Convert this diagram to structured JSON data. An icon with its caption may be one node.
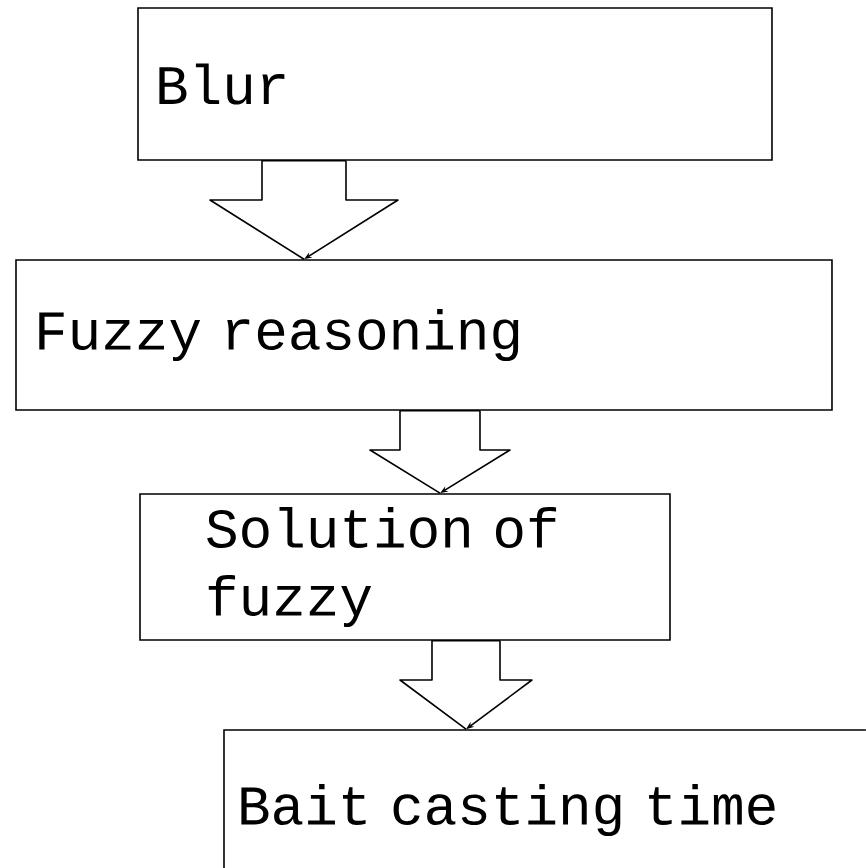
{
  "diagram": {
    "nodes": [
      {
        "text": [
          "Blur"
        ]
      },
      {
        "text": [
          "Fuzzy reasoning"
        ]
      },
      {
        "text": [
          "Solution of fuzzy"
        ]
      },
      {
        "text": [
          "Bait casting time"
        ]
      }
    ],
    "edges": [
      {
        "from": 0,
        "to": 1,
        "arrow": "to"
      },
      {
        "from": 1,
        "to": 2,
        "arrow": "to"
      },
      {
        "from": 2,
        "to": 3,
        "arrow": "to"
      }
    ]
  }
}
